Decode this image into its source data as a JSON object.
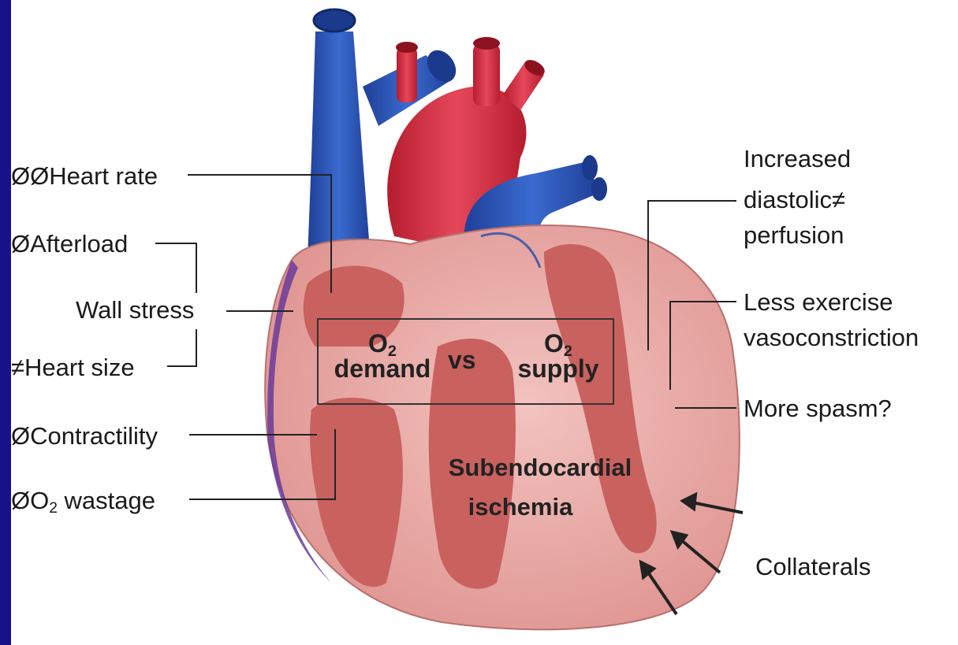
{
  "left_labels": {
    "heart_rate": "ØØHeart rate",
    "afterload": "ØAfterload",
    "wall_stress": "Wall stress",
    "heart_size": "≠Heart size",
    "contractility": "ØContractility",
    "o2_wastage_prefix": "ØO",
    "o2_wastage_sub": "2",
    "o2_wastage_suffix": " wastage"
  },
  "right_labels": {
    "perfusion_line1": "Increased",
    "perfusion_line2": "diastolic≠",
    "perfusion_line3": "perfusion",
    "vaso_line1": "Less exercise",
    "vaso_line2": "vasoconstriction",
    "spasm": "More spasm?",
    "collaterals": "Collaterals"
  },
  "center": {
    "demand_o": "O",
    "demand_sub": "2",
    "demand_word": "demand",
    "vs": "vs",
    "supply_o": "O",
    "supply_sub": "2",
    "supply_word": "supply",
    "ischemia_line1": "Subendocardial",
    "ischemia_line2": "ischemia"
  },
  "colors": {
    "sidebar": "#16128a",
    "vein_blue": "#2a55b8",
    "artery_red": "#d42a3a",
    "myocardium": "#e8a7a2",
    "chamber": "#c96461",
    "line": "#222222"
  }
}
